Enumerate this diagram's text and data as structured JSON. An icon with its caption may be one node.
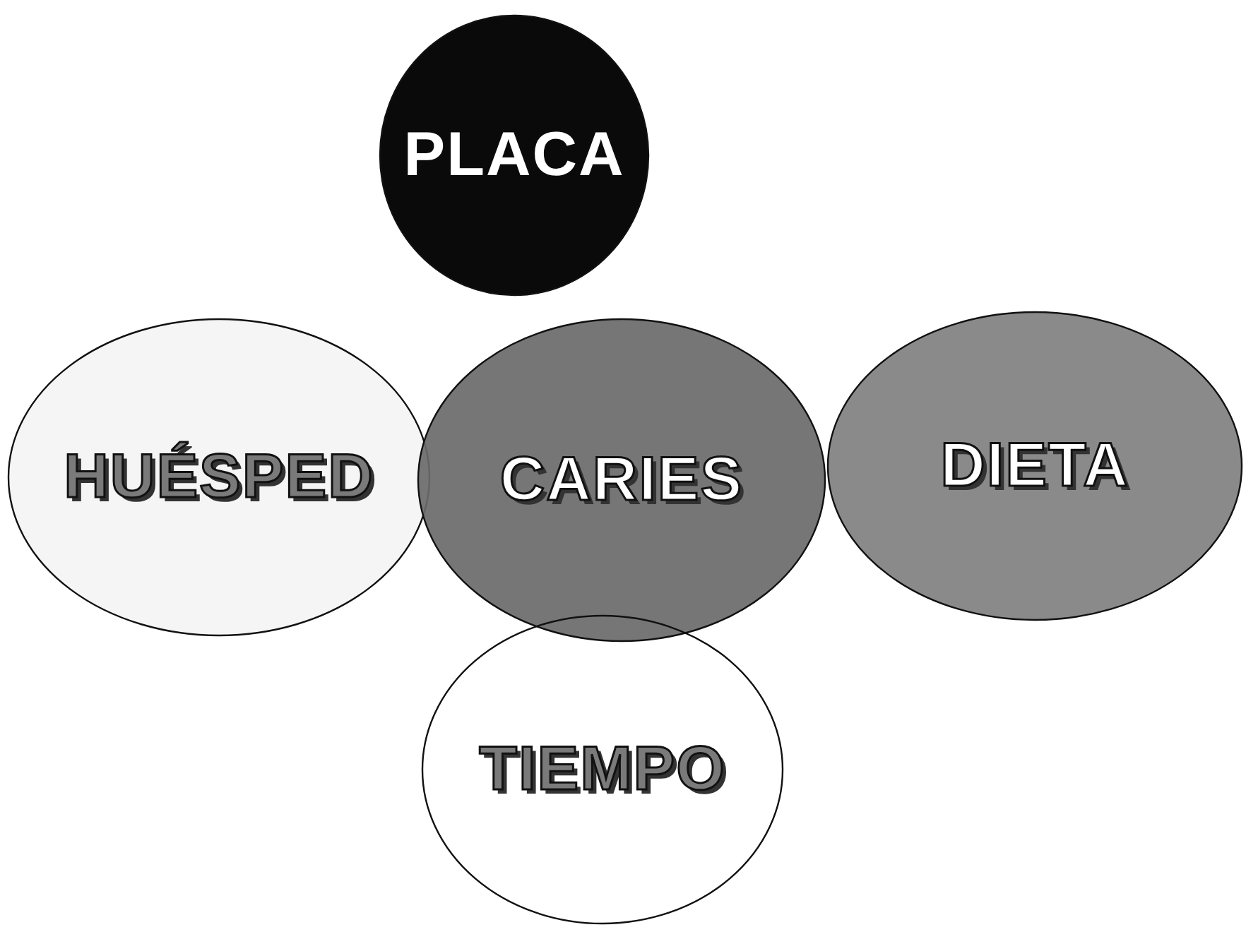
{
  "diagram": {
    "nodes": [
      {
        "text": [
          "PLACA"
        ]
      },
      {
        "text": [
          "HUÉSPED"
        ]
      },
      {
        "text": [
          "CARIES"
        ]
      },
      {
        "text": [
          "DIETA"
        ]
      },
      {
        "text": [
          "TIEMPO"
        ]
      }
    ]
  }
}
